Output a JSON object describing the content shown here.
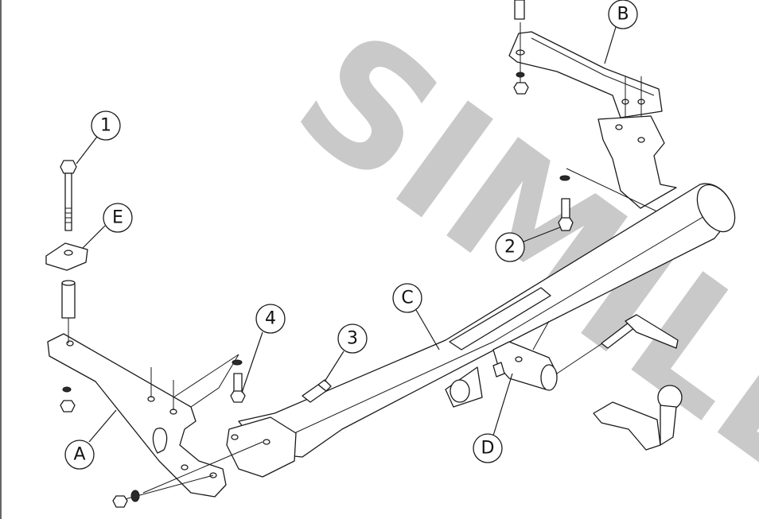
{
  "watermark": {
    "text": "SIMILE"
  },
  "callouts": {
    "n1": "1",
    "n2": "2",
    "n3": "3",
    "n4": "4",
    "A": "A",
    "B": "B",
    "C": "C",
    "D": "D",
    "E": "E"
  }
}
